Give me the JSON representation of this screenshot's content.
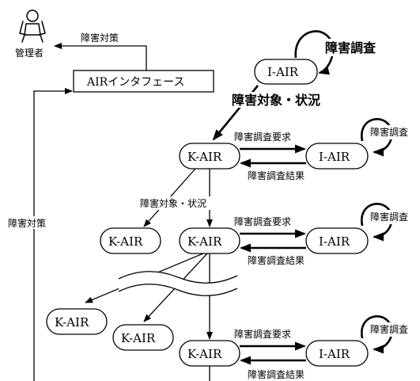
{
  "admin": {
    "label": "管理者",
    "icon": "admin-person-icon"
  },
  "air_interface": {
    "label": "AIRインタフェース"
  },
  "countermeasure_top": "障害対策",
  "countermeasure_left": "障害対策",
  "top_iair": {
    "label": "I-AIR",
    "loop_label": "障害調査"
  },
  "target_status_bold": "障害対象・状況",
  "target_status_small": "障害対象・状況",
  "node_labels": {
    "k_air": "K-AIR",
    "i_air": "I-AIR"
  },
  "rows": [
    {
      "request": "障害調査要求",
      "result": "障害調査結果",
      "loop": "障害調査"
    },
    {
      "request": "障害調査要求",
      "result": "障害調査結果",
      "loop": "障害調査"
    },
    {
      "request": "障害調査要求",
      "result": "障害調査結果",
      "loop": "障害調査"
    }
  ]
}
